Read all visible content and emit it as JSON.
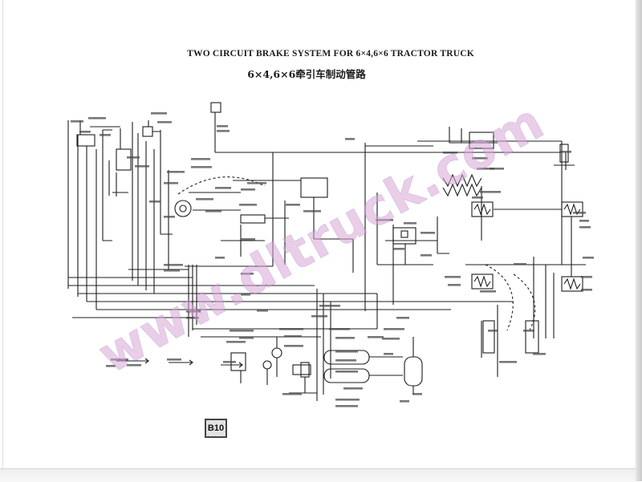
{
  "document": {
    "title": "TWO CIRCUIT BRAKE SYSTEM FOR 6×4,6×6 TRACTOR TRUCK",
    "subtitle": "6×4,6×6牵引车制动管路",
    "page_label": "B10"
  },
  "watermark": {
    "text": "www.dltruck.com"
  },
  "colors": {
    "ink": "#1c1c1c",
    "watermark": "#d9a7d6",
    "page_edge": "#c9c9c9"
  }
}
